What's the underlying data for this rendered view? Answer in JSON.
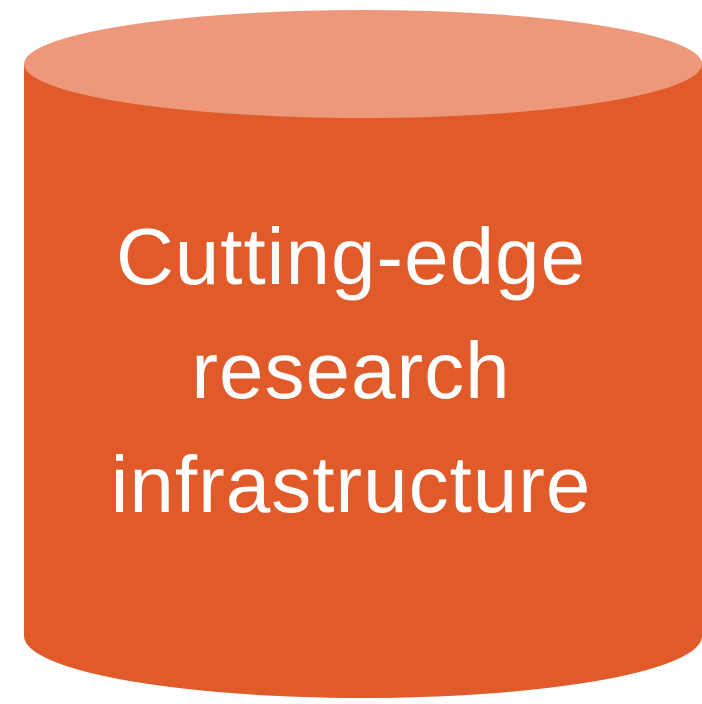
{
  "shape": {
    "body_color": "#E15A2A",
    "top_color": "#ED987B",
    "text_color": "#FFFFFF"
  },
  "label": {
    "lines": [
      "Cutting-edge",
      "research",
      "infrastructure"
    ]
  }
}
